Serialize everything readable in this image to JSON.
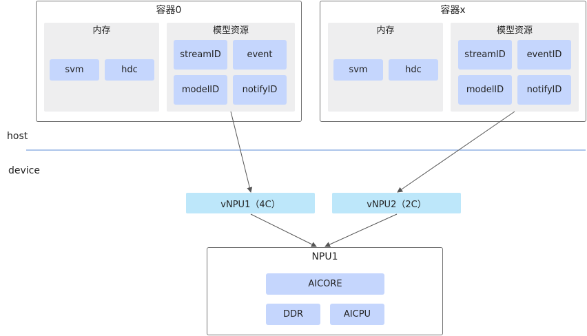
{
  "host_label": "host",
  "device_label": "device",
  "containers": [
    {
      "title": "容器0",
      "memory": {
        "title": "内存",
        "items": [
          "svm",
          "hdc"
        ]
      },
      "model_resources": {
        "title": "模型资源",
        "items": [
          "streamID",
          "event",
          "modelID",
          "notifyID"
        ]
      }
    },
    {
      "title": "容器x",
      "memory": {
        "title": "内存",
        "items": [
          "svm",
          "hdc"
        ]
      },
      "model_resources": {
        "title": "模型资源",
        "items": [
          "streamID",
          "eventID",
          "modelID",
          "notifyID"
        ]
      }
    }
  ],
  "vnpus": [
    "vNPU1（4C）",
    "vNPU2（2C）"
  ],
  "npu": {
    "title": "NPU1",
    "items": [
      "AICORE",
      "DDR",
      "AICPU"
    ]
  },
  "colors": {
    "resource_chip": "#c5d6fd",
    "vnpu_box": "#bde7fa",
    "group_bg": "#eeeeef",
    "divider_line": "#5b8bd6"
  }
}
